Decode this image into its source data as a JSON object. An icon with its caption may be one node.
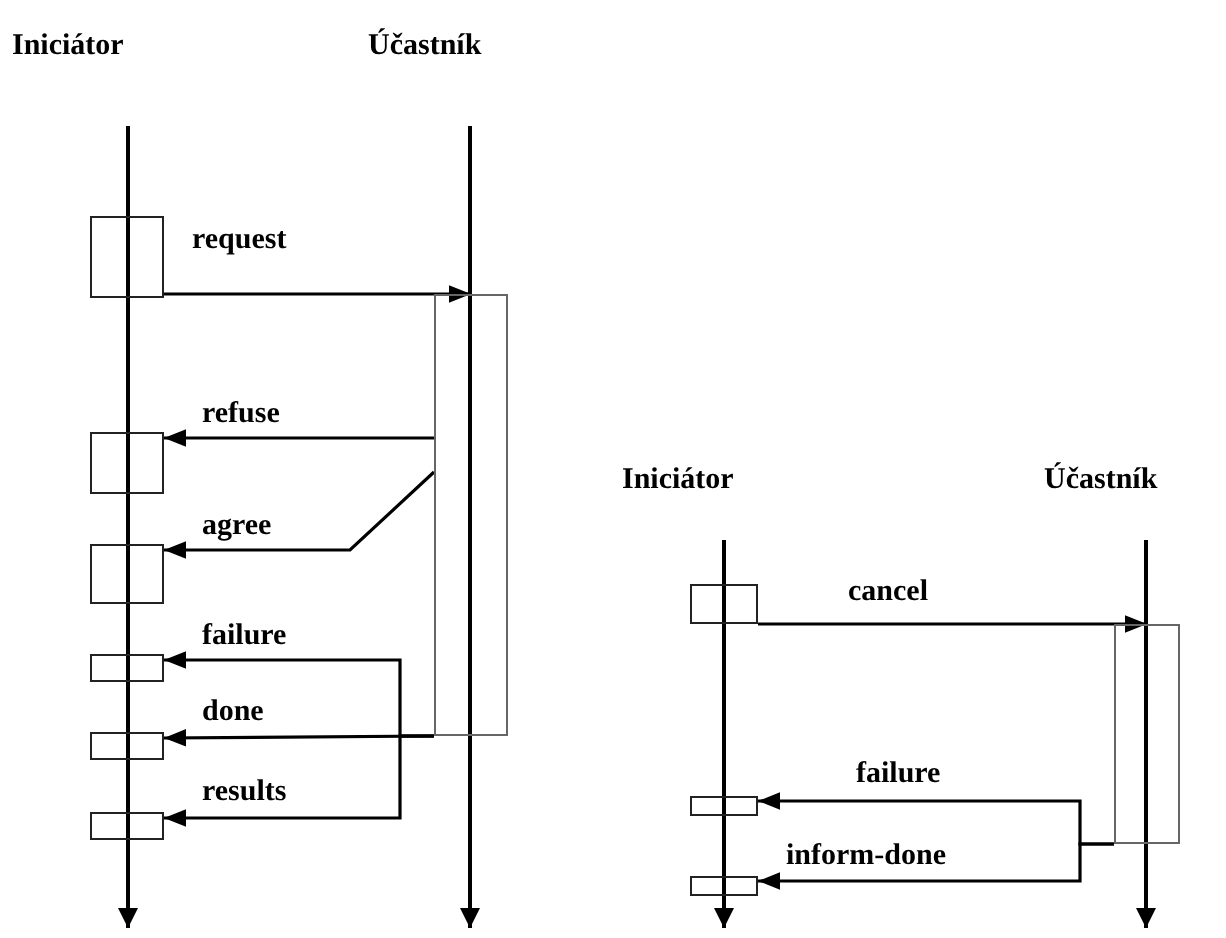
{
  "diagram": {
    "nodes": [
      {
        "text": [
          "Iniciátor"
        ]
      },
      {
        "text": [
          "Účastník"
        ]
      },
      {
        "text": [],
        "shape": "box"
      },
      {
        "text": [],
        "shape": "bar"
      },
      {
        "text": [],
        "shape": "box"
      },
      {
        "text": [],
        "shape": "box"
      },
      {
        "text": [],
        "shape": "box"
      },
      {
        "text": [],
        "shape": "box"
      },
      {
        "text": [],
        "shape": "box"
      },
      {
        "text": [
          "Iniciátor"
        ]
      },
      {
        "text": [
          "Účastník"
        ]
      },
      {
        "text": [],
        "shape": "box"
      },
      {
        "text": [],
        "shape": "bar"
      },
      {
        "text": [],
        "shape": "box"
      },
      {
        "text": [],
        "shape": "box"
      }
    ],
    "edges": [
      {
        "from": 2,
        "to": 3,
        "arrow": "to",
        "label": "request"
      },
      {
        "from": 3,
        "to": 4,
        "arrow": "to",
        "label": "refuse"
      },
      {
        "from": 3,
        "to": 5,
        "arrow": "to",
        "label": "agree"
      },
      {
        "from": 3,
        "to": 6,
        "arrow": "to",
        "label": "failure"
      },
      {
        "from": 3,
        "to": 7,
        "arrow": "to",
        "label": "done"
      },
      {
        "from": 3,
        "to": 8,
        "arrow": "to",
        "label": "results"
      },
      {
        "from": 11,
        "to": 12,
        "arrow": "to",
        "label": "cancel"
      },
      {
        "from": 12,
        "to": 13,
        "arrow": "to",
        "label": "failure"
      },
      {
        "from": 12,
        "to": 14,
        "arrow": "to",
        "label": "inform-done"
      }
    ]
  }
}
